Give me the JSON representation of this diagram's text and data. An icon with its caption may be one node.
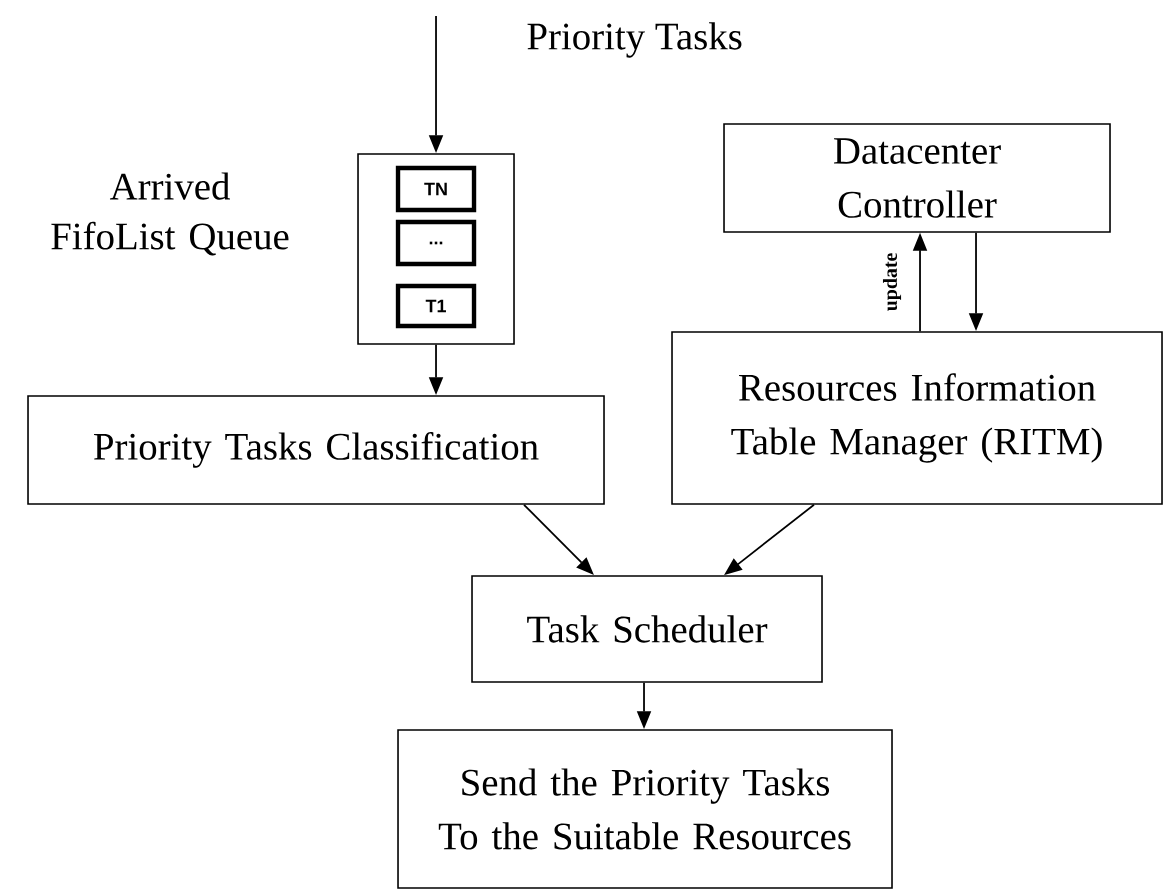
{
  "diagram": {
    "nodes": [
      {
        "text": [],
        "shape": "box",
        "beside": [
          "Arrived FifoList Queue"
        ]
      },
      {
        "text": [
          "TN"
        ],
        "in": 0
      },
      {
        "text": [
          "..."
        ],
        "in": 0
      },
      {
        "text": [
          "T1"
        ],
        "in": 0
      },
      {
        "text": [
          "Priority Tasks Classification"
        ]
      },
      {
        "text": [
          "Datacenter Controller"
        ]
      },
      {
        "text": [
          "Resources Information Table Manager (RITM)"
        ]
      },
      {
        "text": [
          "Task Scheduler"
        ]
      },
      {
        "text": [
          "Send the Priority Tasks To the Suitable Resources"
        ]
      }
    ],
    "edges": [
      {
        "from": null,
        "to": 0,
        "arrow": "to",
        "label": "Priority Tasks"
      },
      {
        "from": 0,
        "to": 4,
        "arrow": "to"
      },
      {
        "from": 6,
        "to": 5,
        "arrow": "to",
        "label": "update"
      },
      {
        "from": 5,
        "to": 6,
        "arrow": "to"
      },
      {
        "from": 4,
        "to": 7,
        "arrow": "to"
      },
      {
        "from": 6,
        "to": 7,
        "arrow": "to"
      },
      {
        "from": 7,
        "to": 8,
        "arrow": "to"
      }
    ]
  }
}
